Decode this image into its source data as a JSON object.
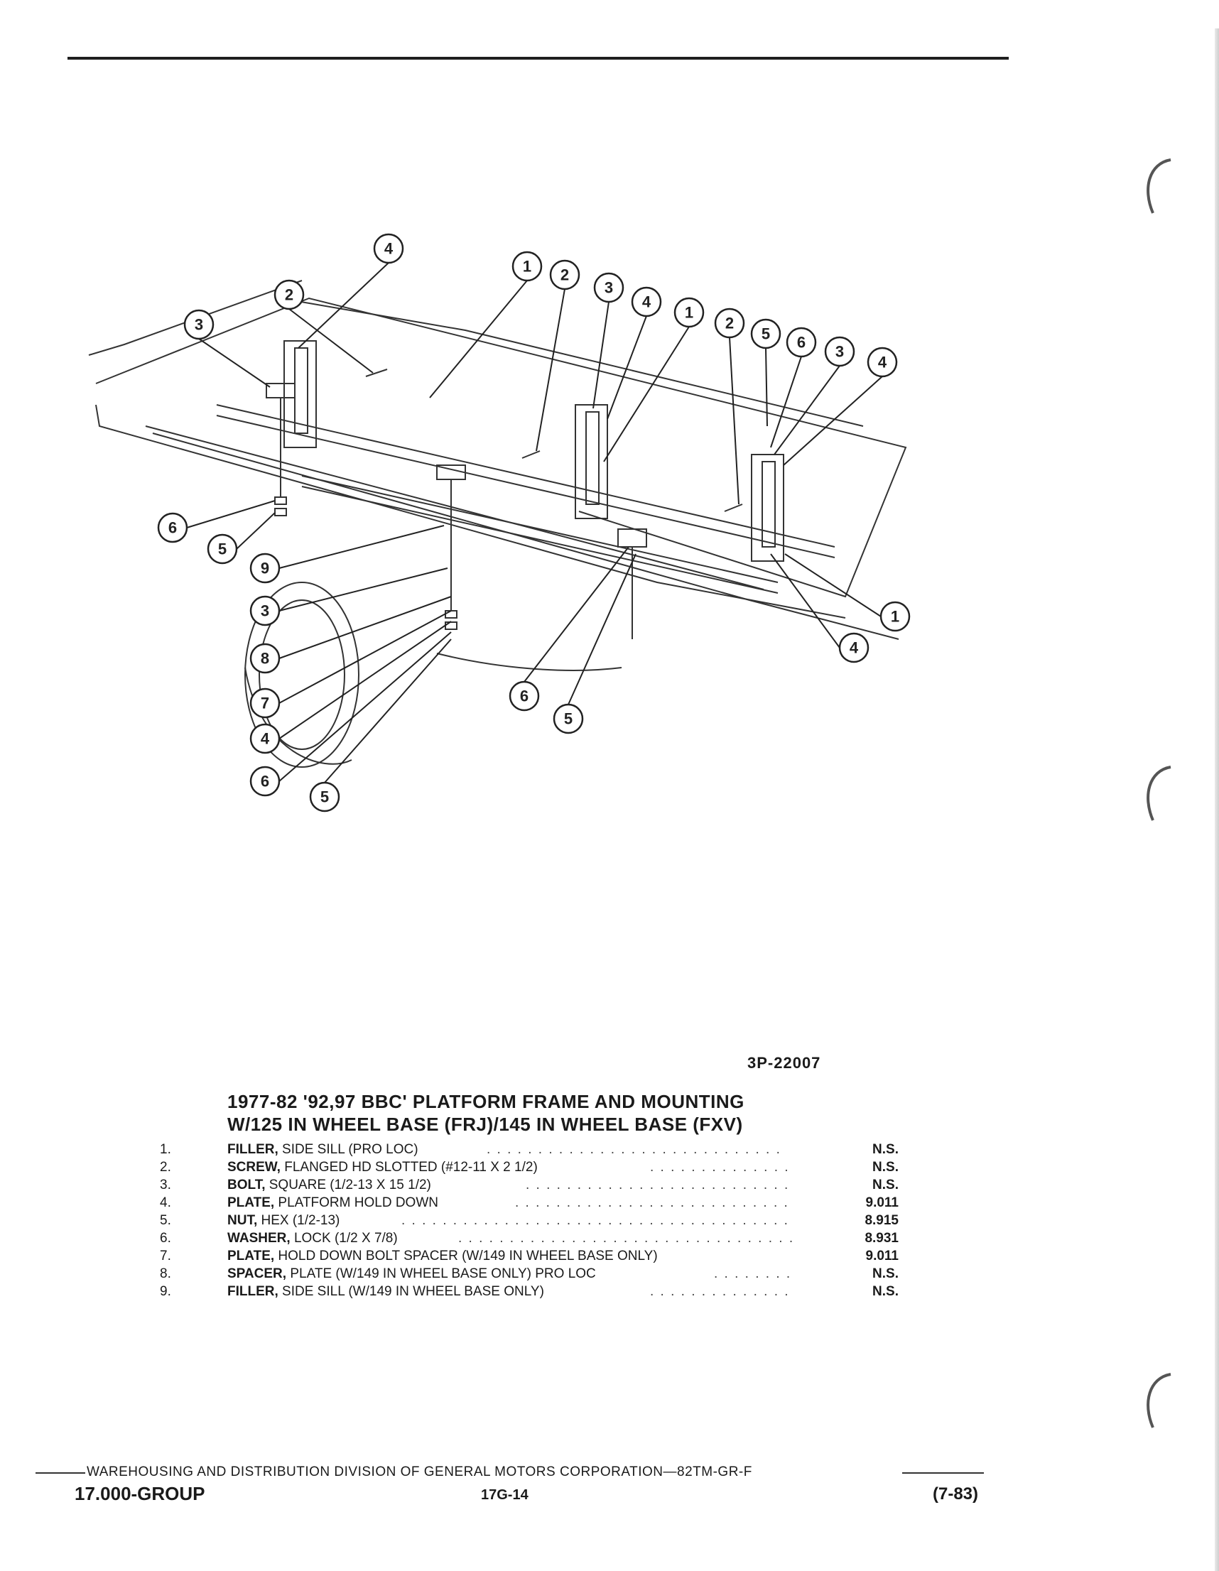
{
  "figure_id": "3P-22007",
  "title_line1": "1977-82 '92,97 BBC' PLATFORM FRAME AND MOUNTING",
  "title_line2": "W/125 IN WHEEL BASE (FRJ)/145 IN WHEEL BASE (FXV)",
  "callouts": [
    "4",
    "2",
    "3",
    "1",
    "2",
    "3",
    "4",
    "1",
    "2",
    "5",
    "6",
    "3",
    "4",
    "6",
    "5",
    "9",
    "3",
    "8",
    "7",
    "4",
    "6",
    "5",
    "1",
    "4",
    "6",
    "5"
  ],
  "parts": [
    {
      "num": "1.",
      "name": "FILLER,",
      "desc": " SIDE SILL (PRO LOC)",
      "dots": ". . . . . . . . . . . . . . . . . . . . . . . . . . . . . . . . . . . .",
      "ref": "N.S."
    },
    {
      "num": "2.",
      "name": "SCREW,",
      "desc": " FLANGED HD SLOTTED (#12-11 X 2 1/2)",
      "dots": ". . . . . . . . . . . . . . . .",
      "ref": "N.S."
    },
    {
      "num": "3.",
      "name": "BOLT,",
      "desc": " SQUARE (1/2-13 X 15 1/2)",
      "dots": ". . . . . . . . . . . . . . . . . . . . . . . . . . . . .",
      "ref": "N.S."
    },
    {
      "num": "4.",
      "name": "PLATE,",
      "desc": " PLATFORM HOLD DOWN",
      "dots": ". . . . . . . . . . . . . . . . . . . . . . . . . . . . . .",
      "ref": "9.011"
    },
    {
      "num": "5.",
      "name": "NUT,",
      "desc": " HEX (1/2-13)",
      "dots": ". . . . . . . . . . . . . . . . . . . . . . . . . . . . . . . . . . . . . . . . . . .",
      "ref": "8.915"
    },
    {
      "num": "6.",
      "name": "WASHER,",
      "desc": " LOCK (1/2 X 7/8)",
      "dots": ". . . . . . . . . . . . . . . . . . . . . . . . . . . . . . . . . .",
      "ref": "8.931"
    },
    {
      "num": "7.",
      "name": "PLATE,",
      "desc": " HOLD DOWN BOLT SPACER (W/149 IN WHEEL BASE ONLY)",
      "dots": "",
      "ref": "9.011"
    },
    {
      "num": "8.",
      "name": "SPACER,",
      "desc": " PLATE (W/149 IN WHEEL BASE ONLY) PRO LOC",
      "dots": ". . . . . . . . .",
      "ref": "N.S."
    },
    {
      "num": "9.",
      "name": "FILLER,",
      "desc": " SIDE SILL (W/149 IN WHEEL BASE ONLY)",
      "dots": ". . . . . . . . . . . . . . . .",
      "ref": "N.S."
    }
  ],
  "footer_text": "WAREHOUSING AND DISTRIBUTION  DIVISION OF GENERAL MOTORS CORPORATION—82TM-GR-F",
  "group": "17.000-GROUP",
  "page_number": "17G-14",
  "revision_date": "(7-83)"
}
